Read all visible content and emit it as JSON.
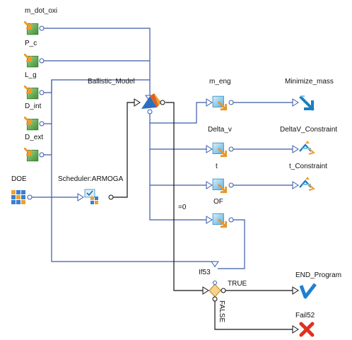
{
  "nodes": {
    "inputs": [
      {
        "label": "m_dot_oxi"
      },
      {
        "label": "P_c"
      },
      {
        "label": "L_g"
      },
      {
        "label": "D_int"
      },
      {
        "label": "D_ext"
      }
    ],
    "doe": {
      "label": "DOE"
    },
    "scheduler": {
      "label": "Scheduler:ARMOGA"
    },
    "ballistic_model": {
      "label": "Ballistic_Model"
    },
    "outputs": [
      {
        "label": "m_eng"
      },
      {
        "label": "Delta_v"
      },
      {
        "label": "t"
      },
      {
        "label": "OF"
      }
    ],
    "objective": {
      "label": "Minimize_mass"
    },
    "constraints": [
      {
        "label": "DeltaV_Constraint"
      },
      {
        "label": "t_Constraint"
      }
    ],
    "condition": {
      "label": "If53",
      "value_label": "=0",
      "true_label": "TRUE",
      "false_label": "FALSE"
    },
    "end_program": {
      "label": "END_Program"
    },
    "fail": {
      "label": "Fail52"
    }
  },
  "colors": {
    "wire": "#3a5ba8",
    "flow": "#111111",
    "input_green": "#5fa84a",
    "input_arrow": "#f0a030",
    "output_blue": "#7ec3ea",
    "output_arrow": "#e8962a",
    "objective": "#1a7fc0",
    "end": "#1f7fd0",
    "fail": "#e03020"
  }
}
